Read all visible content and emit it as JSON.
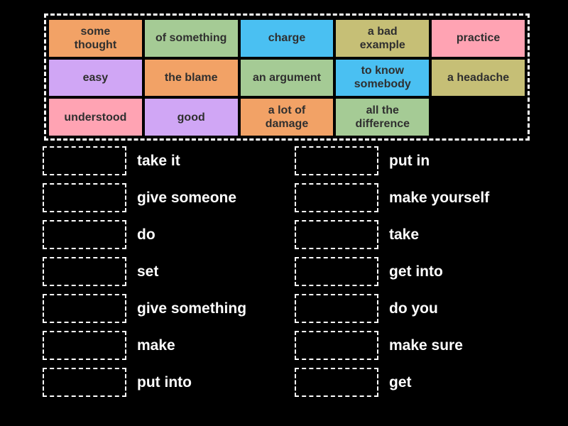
{
  "pool": {
    "tiles": [
      {
        "label": "some\nthought",
        "color": "#f2a266"
      },
      {
        "label": "of something",
        "color": "#a5cb95"
      },
      {
        "label": "charge",
        "color": "#4ac0f2"
      },
      {
        "label": "a bad\nexample",
        "color": "#c6bf76"
      },
      {
        "label": "practice",
        "color": "#ffa3b3"
      },
      {
        "label": "easy",
        "color": "#d0a6f5"
      },
      {
        "label": "the blame",
        "color": "#f2a266"
      },
      {
        "label": "an argument",
        "color": "#a5cb95"
      },
      {
        "label": "to know\nsomebody",
        "color": "#4ac0f2"
      },
      {
        "label": "a headache",
        "color": "#c6bf76"
      },
      {
        "label": "understood",
        "color": "#ffa3b3"
      },
      {
        "label": "good",
        "color": "#d0a6f5"
      },
      {
        "label": "a lot of\ndamage",
        "color": "#f2a266"
      },
      {
        "label": "all the\ndifference",
        "color": "#a5cb95"
      }
    ]
  },
  "left_column": {
    "items": [
      "take it",
      "give someone",
      "do",
      "set",
      "give something",
      "make",
      "put into"
    ]
  },
  "right_column": {
    "items": [
      "put in",
      "make yourself",
      "take",
      "get into",
      "do you",
      "make sure",
      "get"
    ]
  },
  "colors": {
    "background": "#000000",
    "tile_text": "#2f2f2f",
    "label_text": "#ffffff",
    "dashed_border": "#ffffff"
  }
}
